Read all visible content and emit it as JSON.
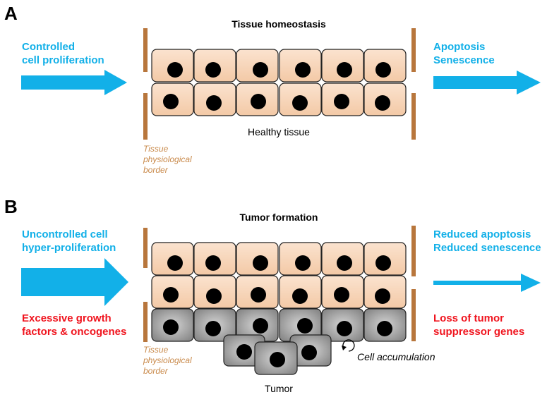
{
  "colors": {
    "arrow_blue": "#12b0e8",
    "label_red": "#f0141e",
    "border_brown": "#b8763c",
    "border_label": "#c98a4b",
    "healthy_cell": "#f8d7bd",
    "tumor_cell": "#a8a8a8",
    "nucleus": "#000000"
  },
  "panel_a": {
    "letter": "A",
    "title": "Tissue homeostasis",
    "left_label": [
      "Controlled",
      "cell proliferation"
    ],
    "right_label": [
      "Apoptosis",
      "Senescence"
    ],
    "tissue_label": "Healthy tissue",
    "border_label": [
      "Tissue",
      "physiological",
      "border"
    ]
  },
  "panel_b": {
    "letter": "B",
    "title": "Tumor formation",
    "left_label": [
      "Uncontrolled cell",
      "hyper-proliferation"
    ],
    "left_red_label": [
      "Excessive growth",
      "factors & oncogenes"
    ],
    "right_label": [
      "Reduced apoptosis",
      "Reduced senescence"
    ],
    "right_red_label": [
      "Loss of tumor",
      "suppressor genes"
    ],
    "accumulation_label": "Cell accumulation",
    "tumor_label": "Tumor",
    "border_label": [
      "Tissue",
      "physiological",
      "border"
    ]
  }
}
